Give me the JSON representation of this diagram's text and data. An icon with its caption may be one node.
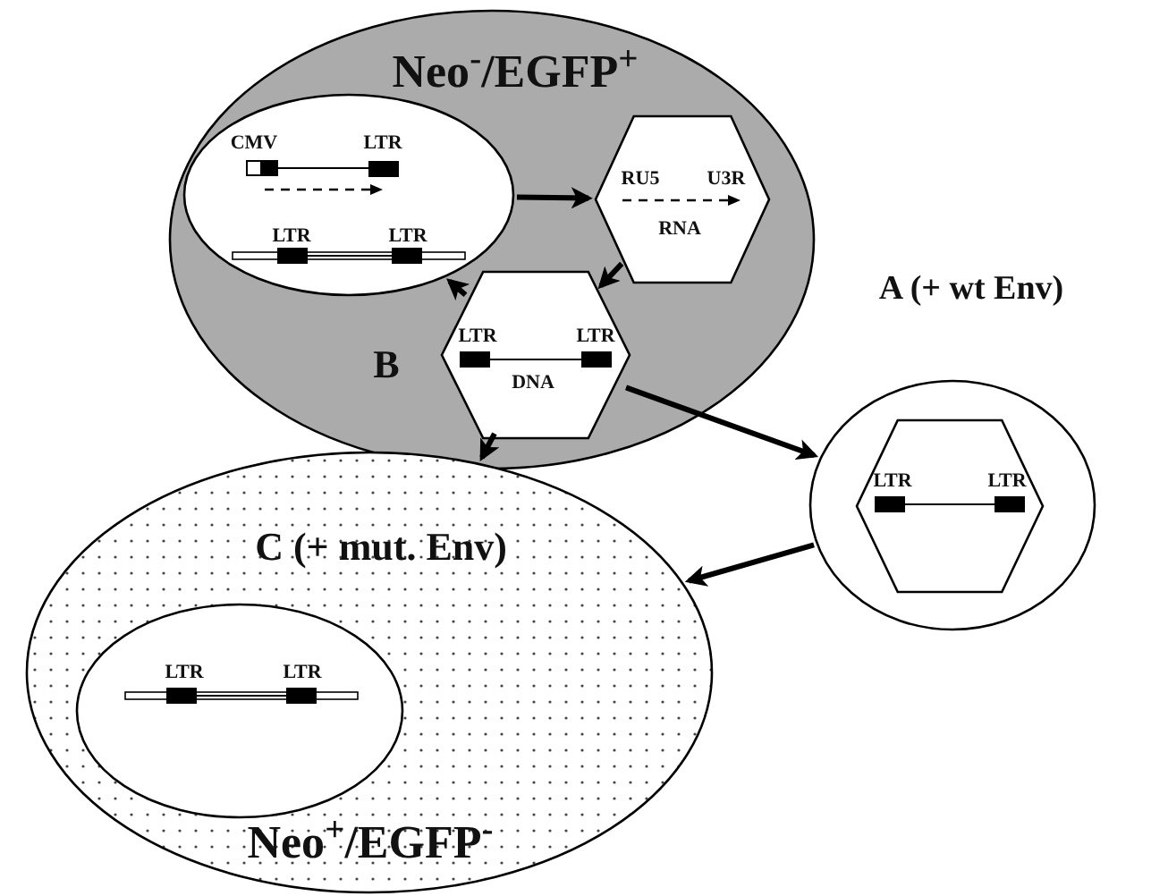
{
  "diagram": {
    "nodes": [
      {
        "text": [
          "Neo$^{-}$/EGFP$^{+}$"
        ]
      },
      {
        "text": [
          "CMV",
          "LTR",
          "LTR",
          "LTR"
        ],
        "in": 0
      },
      {
        "text": [
          "RU5",
          "U3R",
          "RNA"
        ],
        "in": 0
      },
      {
        "text": [
          "LTR",
          "LTR",
          "DNA"
        ],
        "in": 0
      },
      {
        "text": [],
        "shape": "circle"
      },
      {
        "text": [
          "LTR",
          "LTR"
        ],
        "in": 4
      },
      {
        "text": [
          "C (+ mut. Env)",
          "Neo$^{+}$/EGFP$^{-}$"
        ]
      },
      {
        "text": [
          "LTR",
          "LTR"
        ],
        "in": 6
      }
    ],
    "edges": [
      {
        "from": 1,
        "to": 2,
        "arrow": "to"
      },
      {
        "from": 2,
        "to": 3,
        "arrow": "to"
      },
      {
        "from": 3,
        "to": 1,
        "arrow": "to"
      },
      {
        "from": 3,
        "to": 6,
        "arrow": "to"
      },
      {
        "from": 3,
        "to": 4,
        "arrow": "to"
      },
      {
        "from": 4,
        "to": 6,
        "arrow": "to"
      }
    ],
    "labels": [
      "A (+ wt Env)",
      "B"
    ]
  }
}
